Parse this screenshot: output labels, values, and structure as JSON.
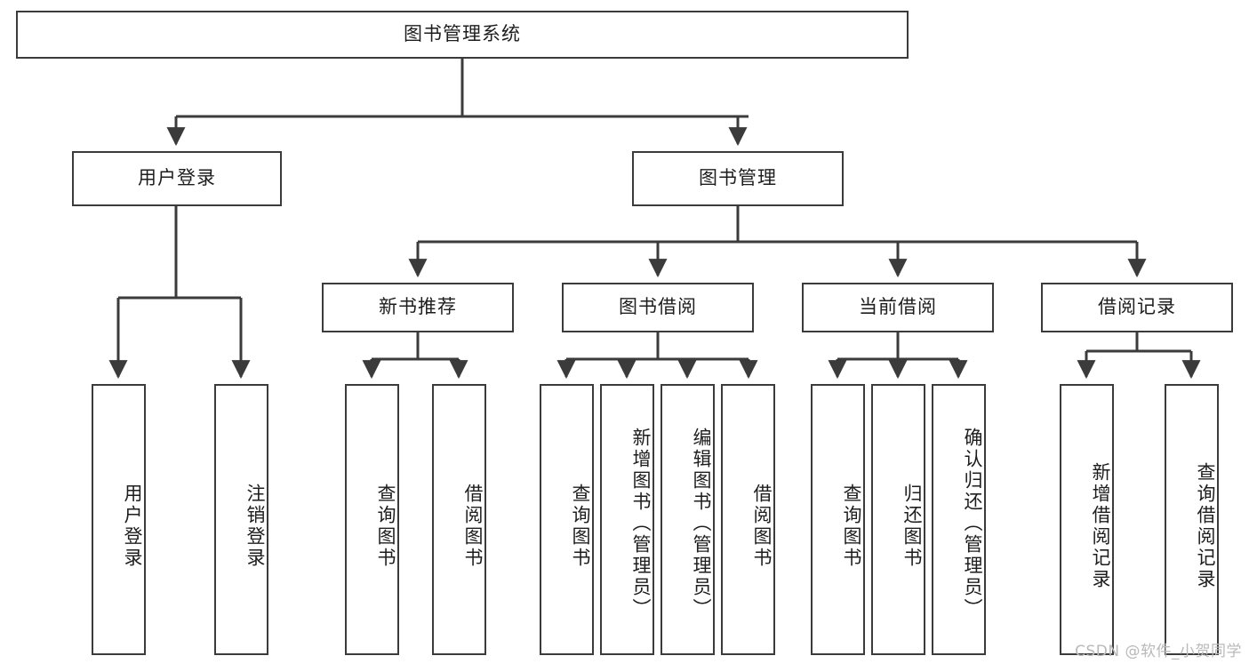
{
  "diagram": {
    "type": "tree-hierarchy",
    "title": "图书管理系统",
    "root": {
      "label": "图书管理系统"
    },
    "level2": [
      {
        "id": "user-login",
        "label": "用户登录"
      },
      {
        "id": "book-manage",
        "label": "图书管理"
      }
    ],
    "level3": [
      {
        "id": "new-book-recommend",
        "label": "新书推荐",
        "parent": "book-manage"
      },
      {
        "id": "book-borrow",
        "label": "图书借阅",
        "parent": "book-manage"
      },
      {
        "id": "current-borrow",
        "label": "当前借阅",
        "parent": "book-manage"
      },
      {
        "id": "borrow-record",
        "label": "借阅记录",
        "parent": "book-manage"
      }
    ],
    "leaves": [
      {
        "id": "leaf-user-login",
        "label": "用户登录",
        "parent": "user-login"
      },
      {
        "id": "leaf-logout",
        "label": "注销登录",
        "parent": "user-login"
      },
      {
        "id": "leaf-query-book-1",
        "label": "查询图书",
        "parent": "new-book-recommend"
      },
      {
        "id": "leaf-borrow-book-1",
        "label": "借阅图书",
        "parent": "new-book-recommend"
      },
      {
        "id": "leaf-query-book-2",
        "label": "查询图书",
        "parent": "book-borrow"
      },
      {
        "id": "leaf-add-book",
        "label": "新增图书（管理员）",
        "parent": "book-borrow"
      },
      {
        "id": "leaf-edit-book",
        "label": "编辑图书（管理员）",
        "parent": "book-borrow"
      },
      {
        "id": "leaf-borrow-book-2",
        "label": "借阅图书",
        "parent": "book-borrow"
      },
      {
        "id": "leaf-query-book-3",
        "label": "查询图书",
        "parent": "current-borrow"
      },
      {
        "id": "leaf-return-book",
        "label": "归还图书",
        "parent": "current-borrow"
      },
      {
        "id": "leaf-confirm-return",
        "label": "确认归还（管理员）",
        "parent": "current-borrow"
      },
      {
        "id": "leaf-add-record",
        "label": "新增借阅记录",
        "parent": "borrow-record"
      },
      {
        "id": "leaf-query-record",
        "label": "查询借阅记录",
        "parent": "borrow-record"
      }
    ]
  },
  "colors": {
    "stroke": "#3b3b3b",
    "background": "#ffffff",
    "text": "#1d1d1d",
    "watermark": "#b9b9b9"
  },
  "watermark": {
    "text": "CSDN @软件_小贺同学"
  }
}
